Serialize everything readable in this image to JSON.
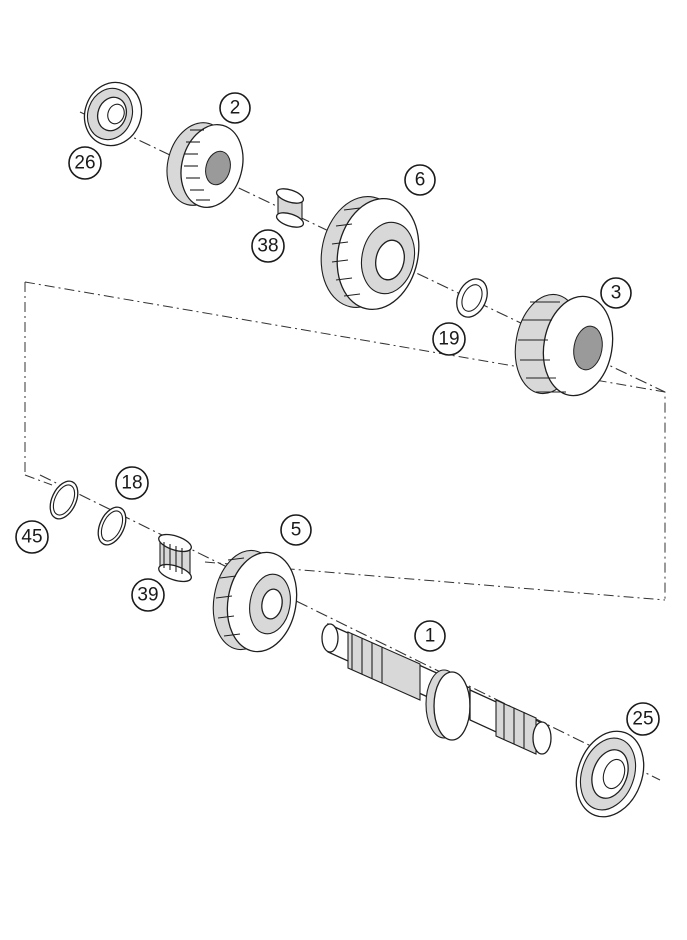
{
  "callouts": {
    "c1": "1",
    "c2": "2",
    "c3": "3",
    "c5": "5",
    "c6": "6",
    "c18": "18",
    "c19": "19",
    "c25": "25",
    "c26": "26",
    "c38": "38",
    "c39": "39",
    "c45": "45"
  }
}
